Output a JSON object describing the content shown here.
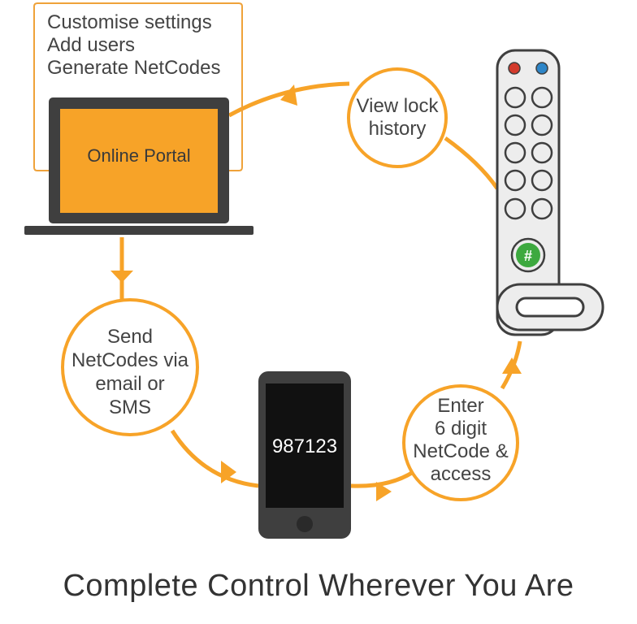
{
  "portal_box": {
    "lines": [
      "Customise settings",
      "Add users",
      "Generate NetCodes"
    ]
  },
  "laptop": {
    "screen_label": "Online Portal"
  },
  "steps": {
    "view_history": [
      "View lock",
      "history"
    ],
    "send_codes": [
      "Send",
      "NetCodes via",
      "email or",
      "SMS"
    ],
    "enter_code": [
      "Enter",
      "6 digit",
      "NetCode &",
      "access"
    ]
  },
  "phone": {
    "display_code": "987123"
  },
  "keypad": {
    "hash_key": "#"
  },
  "tagline": "Complete Control Wherever You Are",
  "colors": {
    "accent": "#F7A328",
    "outline": "#EFA23A",
    "device_dark": "#3F3F3F",
    "lock_body": "#EDEDED",
    "hash_green": "#3DA93F",
    "led_red": "#D33A2C",
    "led_blue": "#2E86C8",
    "text": "#444444"
  }
}
